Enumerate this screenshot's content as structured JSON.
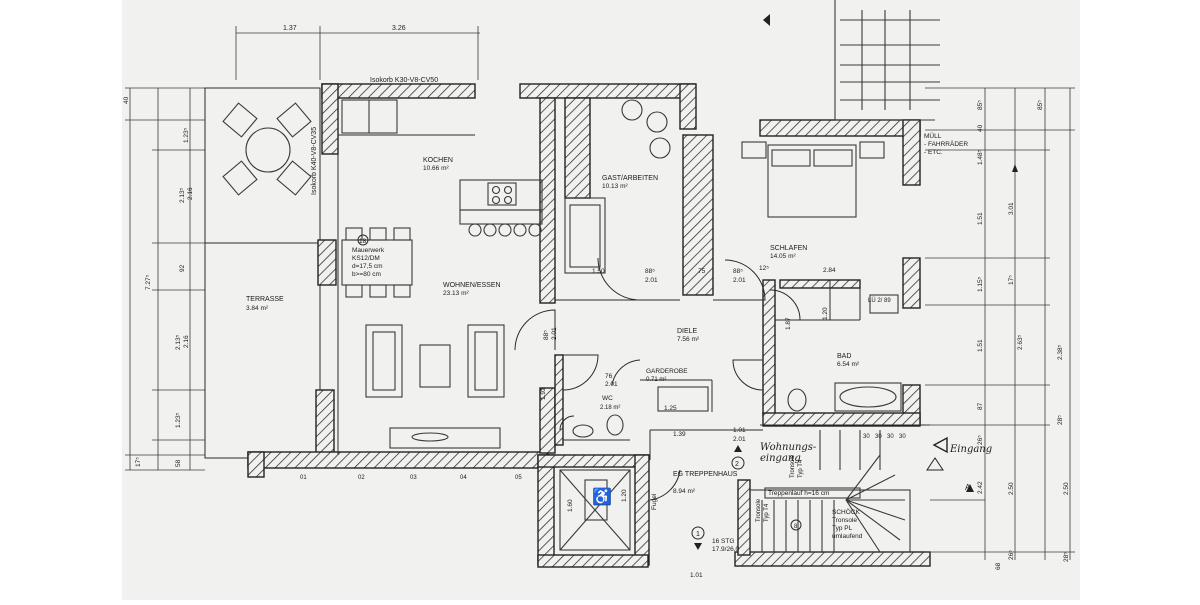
{
  "colors": {
    "paper": "#f1f1ef",
    "line": "#222222",
    "background": "#ffffff"
  },
  "top_dims": [
    "1.37",
    "3.26"
  ],
  "isokorb_top": "Isokorb K30-V8-CV50",
  "isokorb_side": "Isokorb K40-V8-CV35",
  "rooms": {
    "kochen": {
      "name": "KOCHEN",
      "area": "10.66 m²"
    },
    "gast": {
      "name": "GAST/ARBEITEN",
      "area": "10.13 m²"
    },
    "schlafen": {
      "name": "SCHLAFEN",
      "area": "14.05 m²"
    },
    "wohnen": {
      "name": "WOHNEN/ESSEN",
      "area": "23.13 m²"
    },
    "terrasse": {
      "name": "TERRASSE",
      "area": "3.84 m²"
    },
    "diele": {
      "name": "DIELE",
      "area": "7.56 m²"
    },
    "garderobe": {
      "name": "GARDEROBE",
      "area": "0.71 m²"
    },
    "wc": {
      "name": "WC",
      "area": "2.18 m²"
    },
    "bad": {
      "name": "BAD",
      "area": "6.54 m²"
    },
    "treppenhaus": {
      "name": "EG TREPPENHAUS",
      "area": "8.94 m²"
    }
  },
  "muell": [
    "MÜLL",
    "- FAHRRÄDER",
    "- ETC."
  ],
  "mauerwerk": {
    "number": "18",
    "lines": [
      "Mauerwerk",
      "KS12/DM",
      "d=17,5 cm",
      "b>=80 cm"
    ]
  },
  "opening_labels": {
    "gast_bottom": "1.50",
    "door1_top": "88⁵",
    "door1_bottom": "2.01",
    "opening_75": "75",
    "door2_top": "88⁵",
    "door2_bottom": "2.01",
    "door2_right": "12⁵",
    "bath_width": "2.84",
    "lz": "LÜ 2/ 89",
    "bath_120": "1.20",
    "bath_187": "1.87",
    "diele_door_top": "88⁵",
    "diele_door_bottom": "2.01",
    "gard_top": "76",
    "gard_bottom": "2.01",
    "gard_125": "1.25",
    "wc_192": "1.92",
    "diele_139": "1.39",
    "entry_top": "1.01",
    "entry_bottom": "2.01",
    "lift_160": "1.60",
    "lift_120": "1.20",
    "fugel": "Fugel",
    "stair_30": [
      "30",
      "30",
      "30",
      "30"
    ]
  },
  "left_dims": [
    "40",
    "1.23⁵",
    "2.13⁵",
    "2.16",
    "92",
    "2.13⁵",
    "2.16",
    "1.23⁵",
    "17⁵",
    "58",
    "7.27⁵"
  ],
  "right_dims": [
    "85⁵",
    "40",
    "1.48⁵",
    "3.01",
    "1.51",
    "1.15⁵",
    "1.51",
    "87",
    "26⁵",
    "2.42",
    "2.50",
    "26⁵",
    "17⁵",
    "2.63⁵",
    "2.38⁵",
    "28⁵",
    "2.50",
    "28⁵",
    "85⁵",
    "68"
  ],
  "handwriting": {
    "wohnung": "Wohnungs-",
    "eingang": "eingang",
    "marker2": "2",
    "eingang_arrow": "Eingang"
  },
  "stairs": {
    "treppenlauf": "Treppenlauf h=16 cm",
    "tronsole_left": [
      "Tronsole",
      "Typ T4"
    ],
    "tronsole_right": [
      "Tronsole",
      "Typ T4"
    ],
    "schoeck": [
      "SCHÖCK",
      "Tronsole",
      "Typ PL",
      "umlaufend"
    ],
    "stg": [
      "16 STG",
      "17.9/26.0"
    ],
    "marker1": "1",
    "marker8": "8",
    "marker_a": "A",
    "bottom_101": "1.01"
  },
  "bottom_numbers": [
    "01",
    "02",
    "03",
    "04",
    "05"
  ]
}
